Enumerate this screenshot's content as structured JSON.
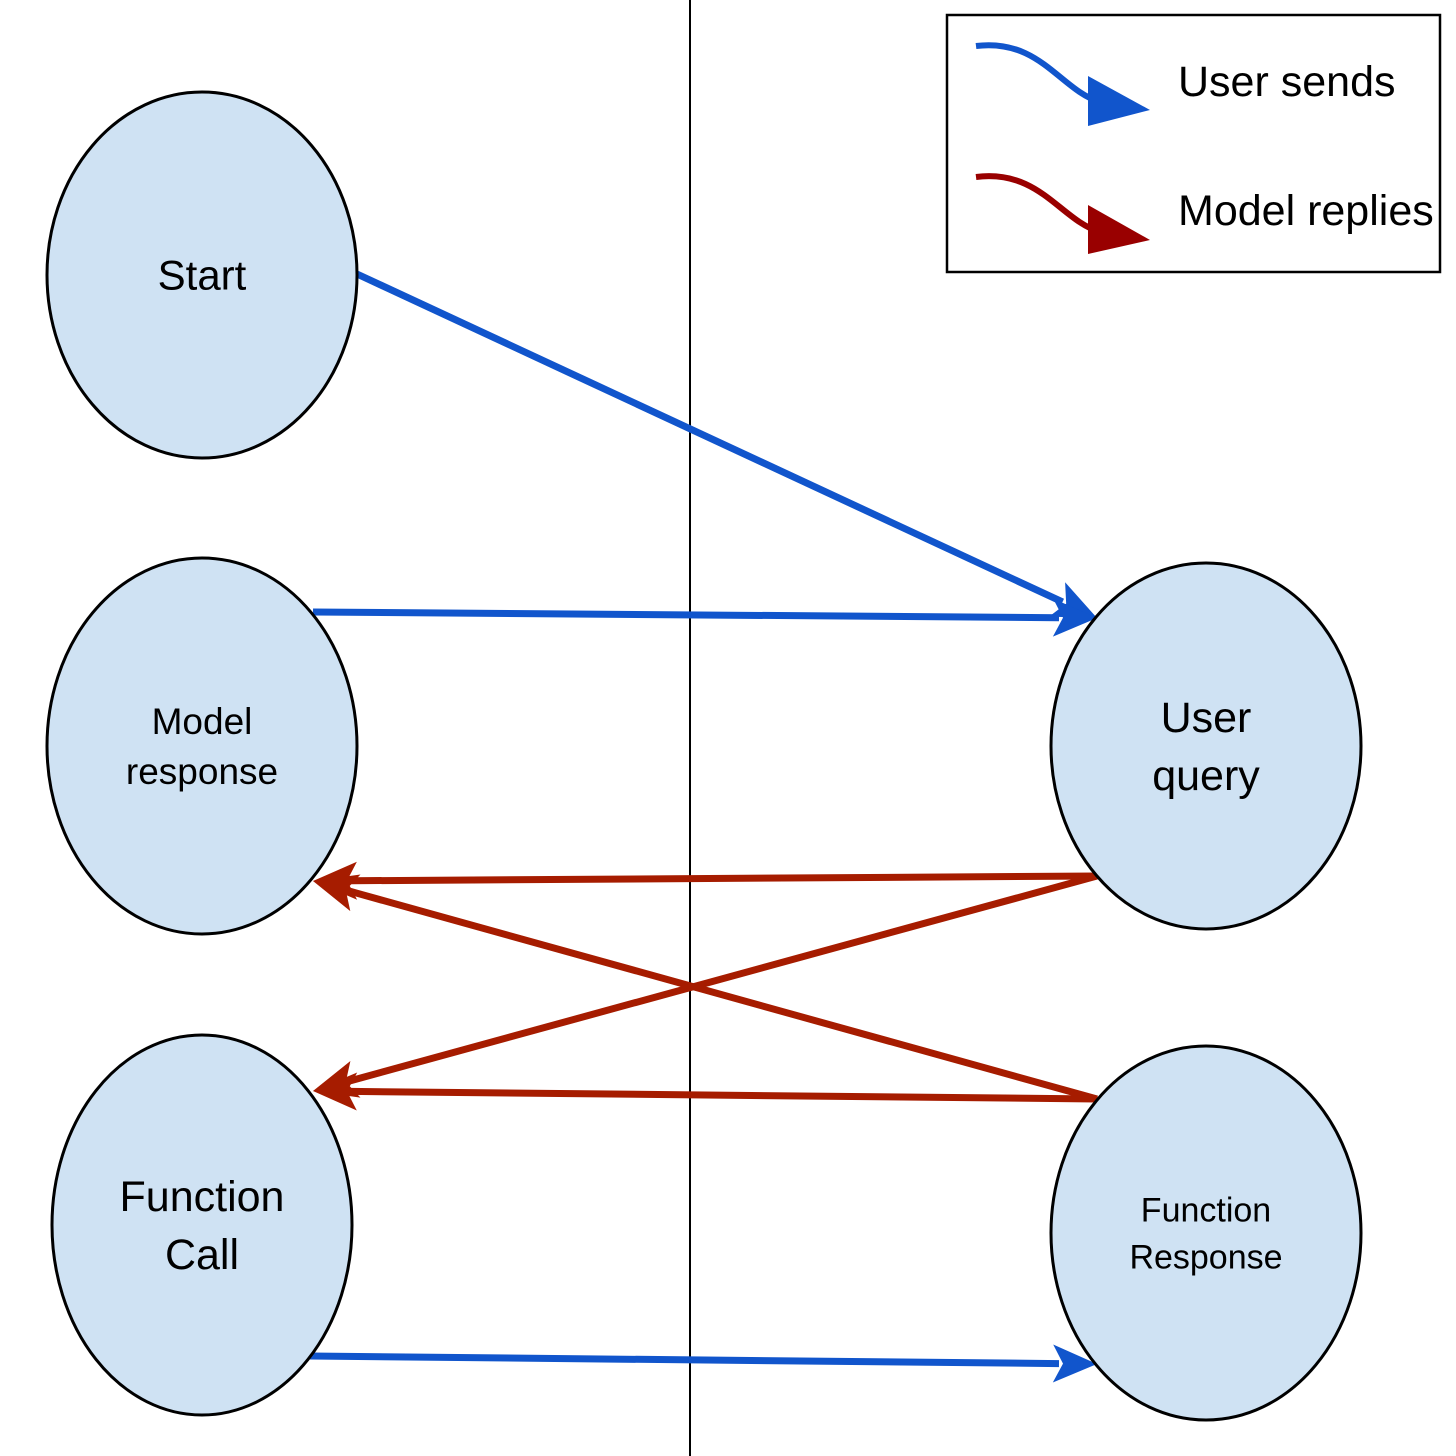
{
  "colors": {
    "node_fill": "#cfe2f3",
    "node_stroke": "#000000",
    "user_arrow": "#1155cc",
    "model_arrow": "#a61c00",
    "legend_model_arrow": "#990000",
    "divider": "#000000"
  },
  "legend": {
    "user_label": "User sends",
    "model_label": "Model replies"
  },
  "nodes": {
    "start": {
      "lines": [
        "Start"
      ]
    },
    "model_response": {
      "lines": [
        "Model",
        "response"
      ]
    },
    "function_call": {
      "lines": [
        "Function",
        "Call"
      ]
    },
    "user_query": {
      "lines": [
        "User",
        "query"
      ]
    },
    "function_response": {
      "lines": [
        "Function",
        "Response"
      ]
    }
  },
  "edges": [
    {
      "from": "start",
      "to": "user_query",
      "kind": "user"
    },
    {
      "from": "model_response",
      "to": "user_query",
      "kind": "user"
    },
    {
      "from": "function_call",
      "to": "function_response",
      "kind": "user"
    },
    {
      "from": "user_query",
      "to": "model_response",
      "kind": "model"
    },
    {
      "from": "user_query",
      "to": "function_call",
      "kind": "model"
    },
    {
      "from": "function_response",
      "to": "model_response",
      "kind": "model"
    },
    {
      "from": "function_response",
      "to": "function_call",
      "kind": "model"
    }
  ]
}
